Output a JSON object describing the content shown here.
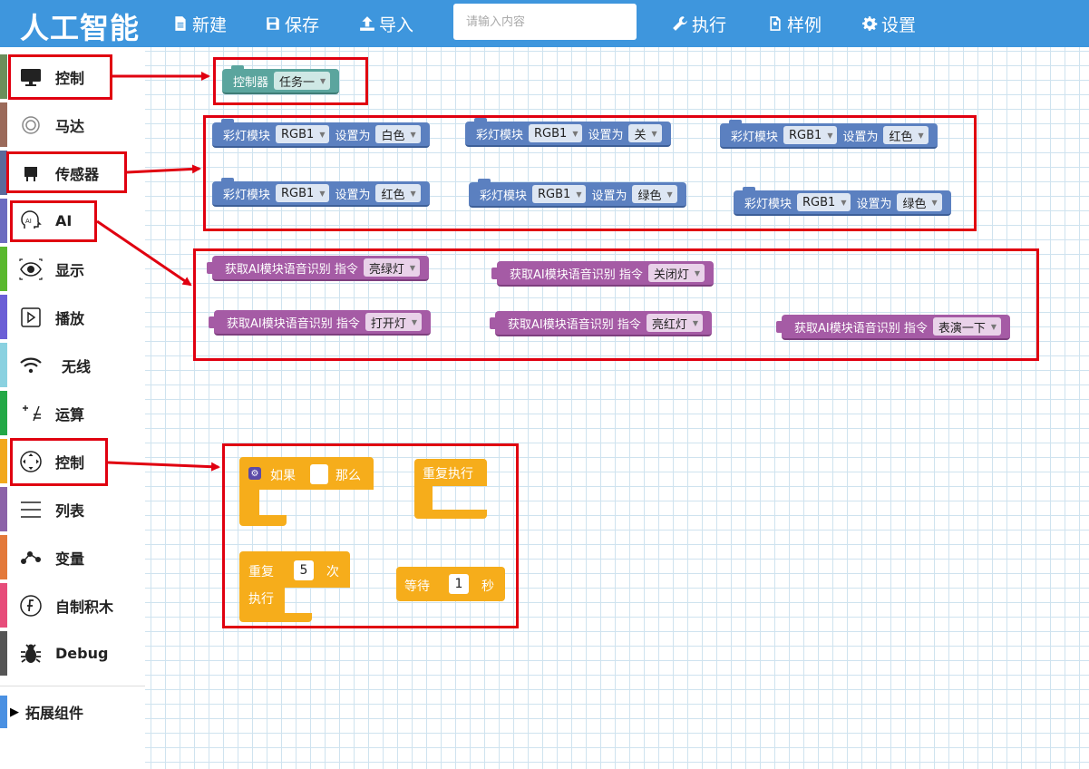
{
  "header": {
    "logo": "人工智能",
    "new_label": "新建",
    "save_label": "保存",
    "import_label": "导入",
    "search_placeholder": "请输入内容",
    "run_label": "执行",
    "example_label": "样例",
    "settings_label": "设置"
  },
  "sidebar": {
    "items": [
      {
        "label": "控制",
        "color": "#6b8e5a",
        "icon": "monitor-icon"
      },
      {
        "label": "马达",
        "color": "#9b6a5a",
        "icon": "motor-icon"
      },
      {
        "label": "传感器",
        "color": "#5a6a9b",
        "icon": "sensor-icon"
      },
      {
        "label": "AI",
        "color": "#6c6cc0",
        "icon": "ai-head-icon"
      },
      {
        "label": "显示",
        "color": "#5ab82e",
        "icon": "eye-icon"
      },
      {
        "label": "播放",
        "color": "#6b5fd6",
        "icon": "play-icon"
      },
      {
        "label": "无线",
        "color": "#8ad1e0",
        "icon": "wifi-icon"
      },
      {
        "label": "运算",
        "color": "#23a846",
        "icon": "math-icon"
      },
      {
        "label": "控制",
        "color": "#f2a81d",
        "icon": "control-icon"
      },
      {
        "label": "列表",
        "color": "#8c63a8",
        "icon": "list-icon"
      },
      {
        "label": "变量",
        "color": "#e3793a",
        "icon": "variable-icon"
      },
      {
        "label": "自制积木",
        "color": "#e74c7a",
        "icon": "function-icon"
      },
      {
        "label": "Debug",
        "color": "#555555",
        "icon": "bug-icon"
      }
    ],
    "extension_label": "拓展组件"
  },
  "blocks": {
    "controller": {
      "label": "控制器",
      "value": "任务一"
    },
    "led": {
      "label": "彩灯模块",
      "set_label": "设置为",
      "items": [
        {
          "module": "RGB1",
          "color": "白色"
        },
        {
          "module": "RGB1",
          "color": "关"
        },
        {
          "module": "RGB1",
          "color": "红色"
        },
        {
          "module": "RGB1",
          "color": "红色"
        },
        {
          "module": "RGB1",
          "color": "绿色"
        },
        {
          "module": "RGB1",
          "color": "绿色"
        }
      ]
    },
    "ai": {
      "label": "获取AI模块语音识别 指令",
      "items": [
        "亮绿灯",
        "关闭灯",
        "打开灯",
        "亮红灯",
        "表演一下"
      ]
    },
    "control": {
      "if_label": "如果",
      "then_label": "那么",
      "forever_label": "重复执行",
      "repeat_label": "重复",
      "repeat_count": "5",
      "times_label": "次",
      "do_label": "执行",
      "wait_label": "等待",
      "wait_value": "1",
      "seconds_label": "秒"
    }
  },
  "colors": {
    "header": "#3e96dd",
    "led_block": "#5b80c0",
    "ai_block": "#a55ba5",
    "controller_block": "#5ba59e",
    "control_block": "#f6ad1b",
    "annotation": "#e00010"
  }
}
